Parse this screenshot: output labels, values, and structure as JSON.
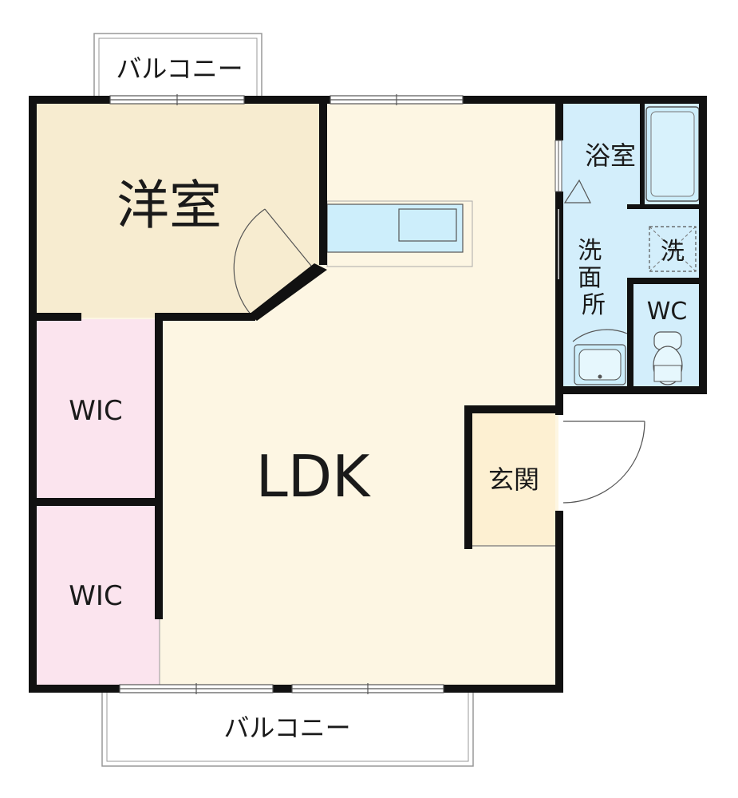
{
  "rooms": {
    "western_room": "洋室",
    "ldk": "LDK",
    "wic_upper": "WIC",
    "wic_lower": "WIC",
    "bathroom": "浴室",
    "washroom": "洗面所",
    "washer": "洗",
    "toilet": "WC",
    "entrance": "玄関"
  },
  "balconies": {
    "top": "バルコニー",
    "bottom": "バルコニー"
  },
  "colors": {
    "living_floor": "#fdf6e3",
    "western_room_floor": "#f7ecd0",
    "closet_floor": "#fbe4ee",
    "wet_area_floor": "#d3eefb",
    "wall": "#111111"
  }
}
